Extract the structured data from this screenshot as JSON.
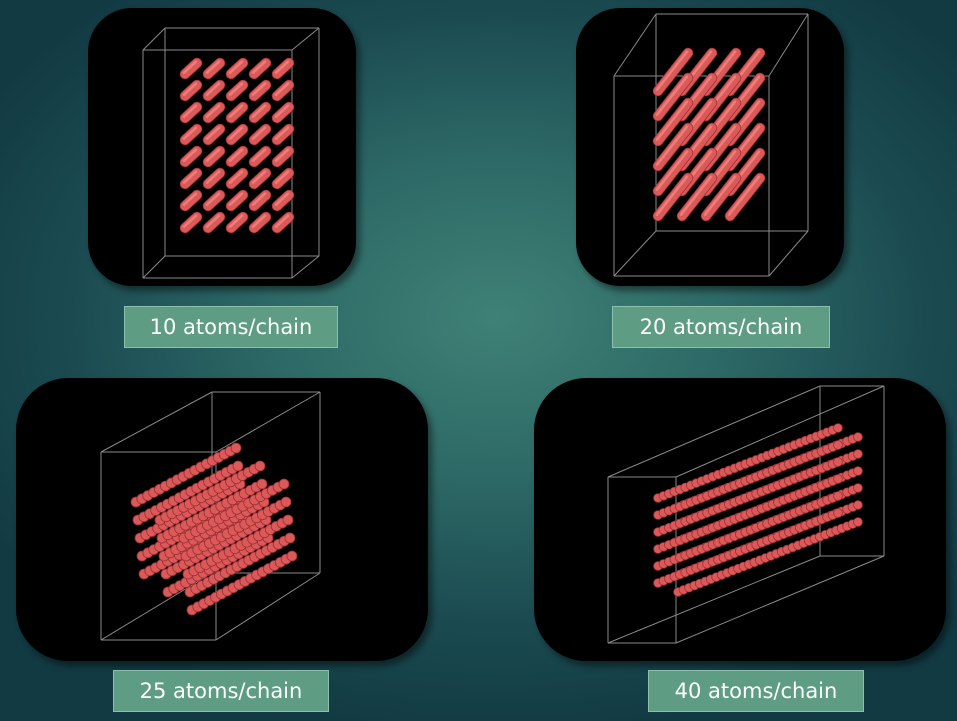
{
  "panels": [
    {
      "label": "10 atoms/chain"
    },
    {
      "label": "20 atoms/chain"
    },
    {
      "label": "25 atoms/chain"
    },
    {
      "label": "40 atoms/chain"
    }
  ],
  "colors": {
    "chain": "#dc5959",
    "chain_highlight": "#f28a84",
    "chain_shadow": "#9b2f33",
    "box_edge": "#8a8a8a",
    "label_background": "#5f9c84",
    "panel_background": "#000000"
  }
}
